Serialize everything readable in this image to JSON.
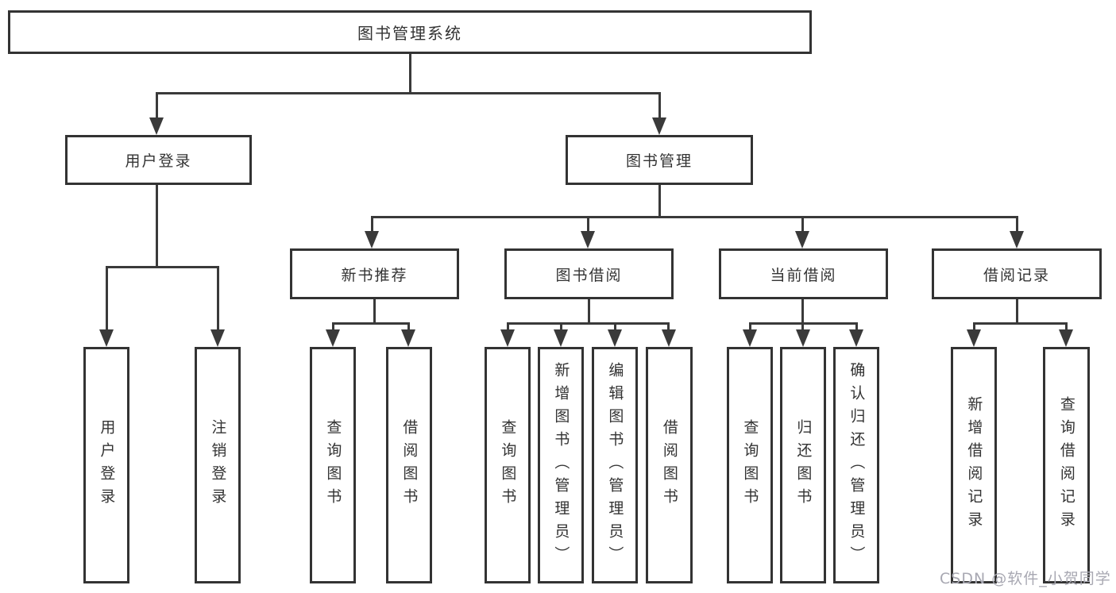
{
  "tree": {
    "label": "图书管理系统",
    "children": [
      {
        "label": "用户登录",
        "children": [
          {
            "label": "用户登录"
          },
          {
            "label": "注销登录"
          }
        ]
      },
      {
        "label": "图书管理",
        "children": [
          {
            "label": "新书推荐",
            "children": [
              {
                "label": "查询图书"
              },
              {
                "label": "借阅图书"
              }
            ]
          },
          {
            "label": "图书借阅",
            "children": [
              {
                "label": "查询图书"
              },
              {
                "label": "新增图书（管理员）"
              },
              {
                "label": "编辑图书（管理员）"
              },
              {
                "label": "借阅图书"
              }
            ]
          },
          {
            "label": "当前借阅",
            "children": [
              {
                "label": "查询图书"
              },
              {
                "label": "归还图书"
              },
              {
                "label": "确认归还（管理员）"
              }
            ]
          },
          {
            "label": "借阅记录",
            "children": [
              {
                "label": "新增借阅记录"
              },
              {
                "label": "查询借阅记录"
              }
            ]
          }
        ]
      }
    ]
  },
  "watermark": "CSDN @软件_小贺同学",
  "colors": {
    "line": "#3a3a3a",
    "box_border": "#333333",
    "text": "#333333",
    "background": "#ffffff",
    "watermark": "#a8a8b2"
  }
}
